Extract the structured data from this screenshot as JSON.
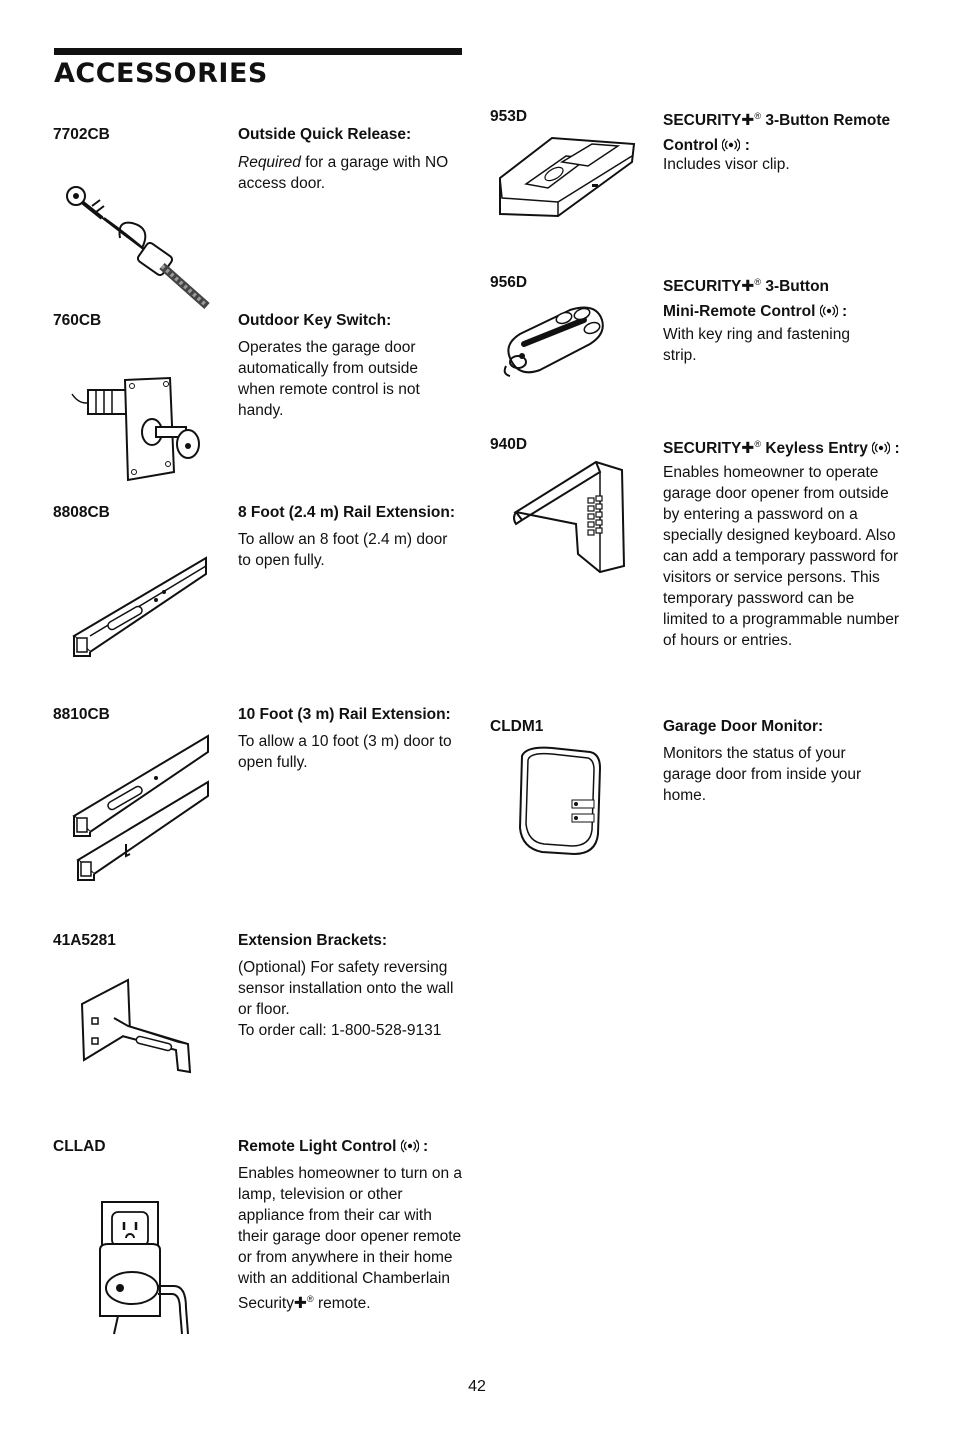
{
  "page": {
    "title": "ACCESSORIES",
    "page_number": "42"
  },
  "icons": {
    "plus": "✚",
    "registered": "®"
  },
  "left_column": [
    {
      "code": "7702CB",
      "heading": "Outside Quick Release:",
      "desc_em": "Required",
      "desc_rest": " for a garage with NO access door."
    },
    {
      "code": "760CB",
      "heading": "Outdoor Key Switch:",
      "desc": "Operates the garage door automatically from outside when remote control is not handy."
    },
    {
      "code": "8808CB",
      "heading": "8 Foot (2.4 m) Rail Extension:",
      "desc": "To allow an 8 foot (2.4 m) door to open fully."
    },
    {
      "code": "8810CB",
      "heading": "10 Foot (3 m) Rail Extension:",
      "desc": "To allow a 10 foot (3 m) door to open fully."
    },
    {
      "code": "41A5281",
      "heading": "Extension Brackets:",
      "desc": "(Optional) For safety reversing sensor installation onto the wall or floor.",
      "desc2": "To order call: 1-800-528-9131"
    },
    {
      "code": "CLLAD",
      "heading": "Remote Light Control",
      "heading_suffix": " :",
      "desc": "Enables homeowner to turn on a lamp, television or other appliance from their car with their garage door opener remote or from anywhere in their home with an additional Chamberlain Security",
      "desc_end": " remote."
    }
  ],
  "right_column": [
    {
      "code": "953D",
      "heading_a": "SECURITY",
      "heading_b": " 3-Button Remote",
      "heading_c": "Control",
      "heading_suffix": " :",
      "desc": "Includes visor clip."
    },
    {
      "code": "956D",
      "heading_a": "SECURITY",
      "heading_b": " 3-Button",
      "heading_c": "Mini-Remote Control",
      "heading_suffix": " :",
      "desc": "With key ring and fastening strip."
    },
    {
      "code": "940D",
      "heading_a": "SECURITY",
      "heading_b": " Keyless Entry",
      "heading_suffix": " :",
      "desc": "Enables homeowner to operate garage door opener from outside by entering a password on a specially designed keyboard. Also can add a temporary password for visitors or service persons. This temporary password can be limited to a programmable number of hours or entries."
    },
    {
      "code": "CLDM1",
      "heading": "Garage Door Monitor:",
      "desc": "Monitors the status of your garage door from inside your home."
    }
  ]
}
